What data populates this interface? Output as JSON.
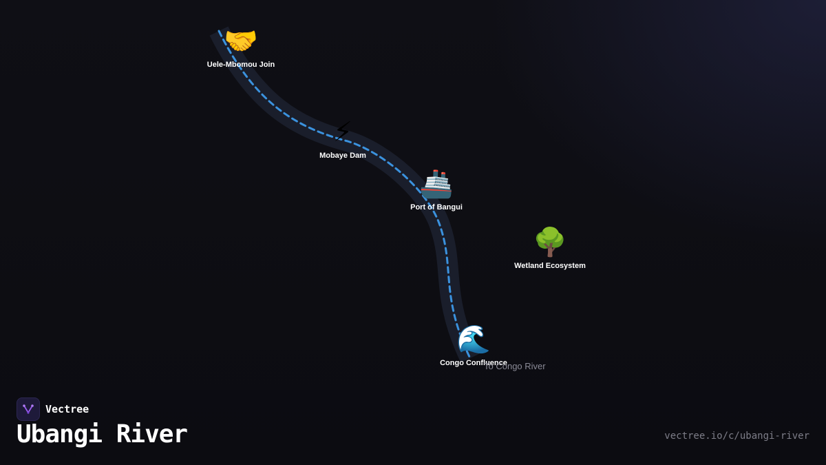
{
  "diagram": {
    "title": "Ubangi River",
    "url": "vectree.io/c/ubangi-river",
    "mouth_label": "To Congo River",
    "nodes": [
      {
        "label": "Uele-Mbomou Join",
        "icon": "🤝",
        "icon_name": "handshake-icon"
      },
      {
        "label": "Mobaye Dam",
        "icon": "⚡",
        "icon_name": "lightning-icon"
      },
      {
        "label": "Port of Bangui",
        "icon": "🚢",
        "icon_name": "ship-icon"
      },
      {
        "label": "Wetland Ecosystem",
        "icon": "🌳",
        "icon_name": "tree-icon"
      },
      {
        "label": "Congo Confluence",
        "icon": "🌊",
        "icon_name": "wave-icon"
      }
    ]
  },
  "brand": {
    "name": "Vectree",
    "logo_icon": "vectree-logo-icon"
  },
  "colors": {
    "river_band": "#1a1e2b",
    "river_line": "#3b92de",
    "logo_accent": "#9b5cf0"
  }
}
